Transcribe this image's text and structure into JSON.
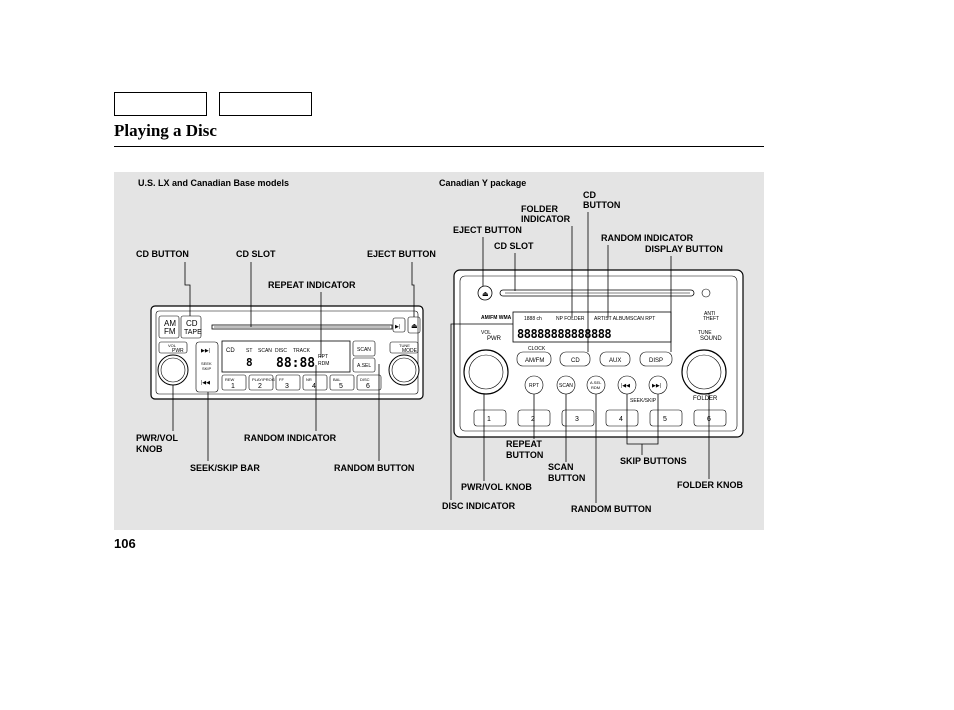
{
  "page": {
    "title": "Playing a Disc",
    "page_number": "106"
  },
  "left_figure": {
    "caption": "U.S. LX and Canadian Base models",
    "labels": {
      "cd_button": "CD BUTTON",
      "cd_slot": "CD SLOT",
      "eject_button": "EJECT BUTTON",
      "repeat_indicator": "REPEAT INDICATOR",
      "pwr_vol_knob": "PWR/VOL\nKNOB",
      "random_indicator": "RANDOM INDICATOR",
      "seek_skip_bar": "SEEK/SKIP BAR",
      "random_button": "RANDOM BUTTON"
    },
    "face_text": {
      "am_fm": "AM\nFM",
      "cd_tape": "CD\nTAPE",
      "vol": "VOL",
      "pwr": "PWR",
      "tune": "TUNE",
      "mode": "MODE",
      "seek_skip": "SEEK\nSKIP",
      "scan": "SCAN",
      "a_sel": "A.SEL",
      "presets": [
        "1",
        "2",
        "3",
        "4",
        "5",
        "6"
      ],
      "preset_captions": [
        "REW",
        "PLAY/PROG",
        "FF",
        "NR",
        "BAL",
        "DISC"
      ],
      "display_digits": "88:88",
      "display_small": [
        "ST",
        "SCAN",
        "DISC",
        "TRACK",
        "RPT",
        "RDM"
      ]
    }
  },
  "right_figure": {
    "caption": "Canadian Y package",
    "labels": {
      "cd_button": "CD\nBUTTON",
      "folder_indicator": "FOLDER\nINDICATOR",
      "eject_button": "EJECT BUTTON",
      "random_indicator": "RANDOM INDICATOR",
      "cd_slot": "CD SLOT",
      "display_button": "DISPLAY BUTTON",
      "repeat_button": "REPEAT\nBUTTON",
      "scan_button": "SCAN\nBUTTON",
      "skip_buttons": "SKIP BUTTONS",
      "pwr_vol_knob": "PWR/VOL KNOB",
      "folder_knob": "FOLDER KNOB",
      "disc_indicator": "DISC INDICATOR",
      "random_button": "RANDOM BUTTON"
    },
    "face_text": {
      "am_fm_wma": "AM/FM WMA",
      "anti_theft": "ANTI\nTHEFT",
      "vol": "VOL",
      "pwr": "PWR",
      "tune": "TUNE",
      "sound": "SOUND",
      "clock": "CLOCK",
      "am_fm": "AM/FM",
      "cd": "CD",
      "aux": "AUX",
      "disp": "DISP",
      "rpt": "RPT",
      "scan": "SCAN",
      "a_sel_rdm": "A.SEL\nRDM",
      "seek_skip": "SEEK/SKIP",
      "folder": "FOLDER",
      "presets": [
        "1",
        "2",
        "3",
        "4",
        "5",
        "6"
      ],
      "display_digits": "88888888888888"
    }
  }
}
